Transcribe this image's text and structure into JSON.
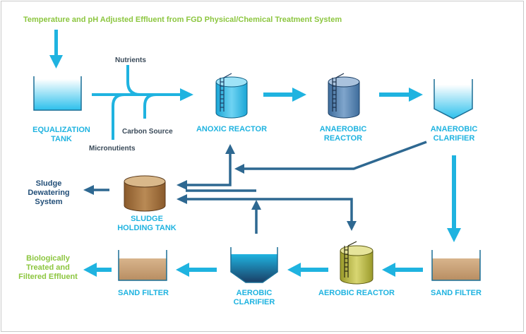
{
  "colors": {
    "process_arrow": "#1fb3e0",
    "sludge_arrow": "#2e6891",
    "stream_line": "#1fb3e0",
    "influent_text": "#8cc63f",
    "effluent_text": "#8cc63f",
    "unit_label": "#1fb3e0",
    "sludge_label": "#234f78",
    "chem_label": "#3a4a59"
  },
  "influent": {
    "text": "Temperature and pH Adjusted Effluent from FGD Physical/Chemical Treatment System"
  },
  "chemicals": {
    "nutrients": "Nutrients",
    "carbon_source": "Carbon Source",
    "micronutrients": "Micronutients"
  },
  "units": {
    "equalization": {
      "line1": "EQUALIZATION",
      "line2": "TANK"
    },
    "anoxic": {
      "line1": "ANOXIC REACTOR"
    },
    "anaerobic": {
      "line1": "ANAEROBIC",
      "line2": "REACTOR"
    },
    "anaerobic_clarifier": {
      "line1": "ANAEROBIC",
      "line2": "CLARIFIER"
    },
    "sludge_holding": {
      "line1": "SLUDGE",
      "line2": "HOLDING TANK"
    },
    "sand_filter_right": {
      "line1": "SAND FILTER"
    },
    "aerobic_reactor": {
      "line1": "AEROBIC REACTOR"
    },
    "aerobic_clarifier": {
      "line1": "AEROBIC",
      "line2": "CLARIFIER"
    },
    "sand_filter_left": {
      "line1": "SAND FILTER"
    }
  },
  "sludge_dewatering": {
    "line1": "Sludge",
    "line2": "Dewatering",
    "line3": "System"
  },
  "effluent": {
    "line1": "Biologically",
    "line2": "Treated and",
    "line3": "Filtered Effluent"
  }
}
